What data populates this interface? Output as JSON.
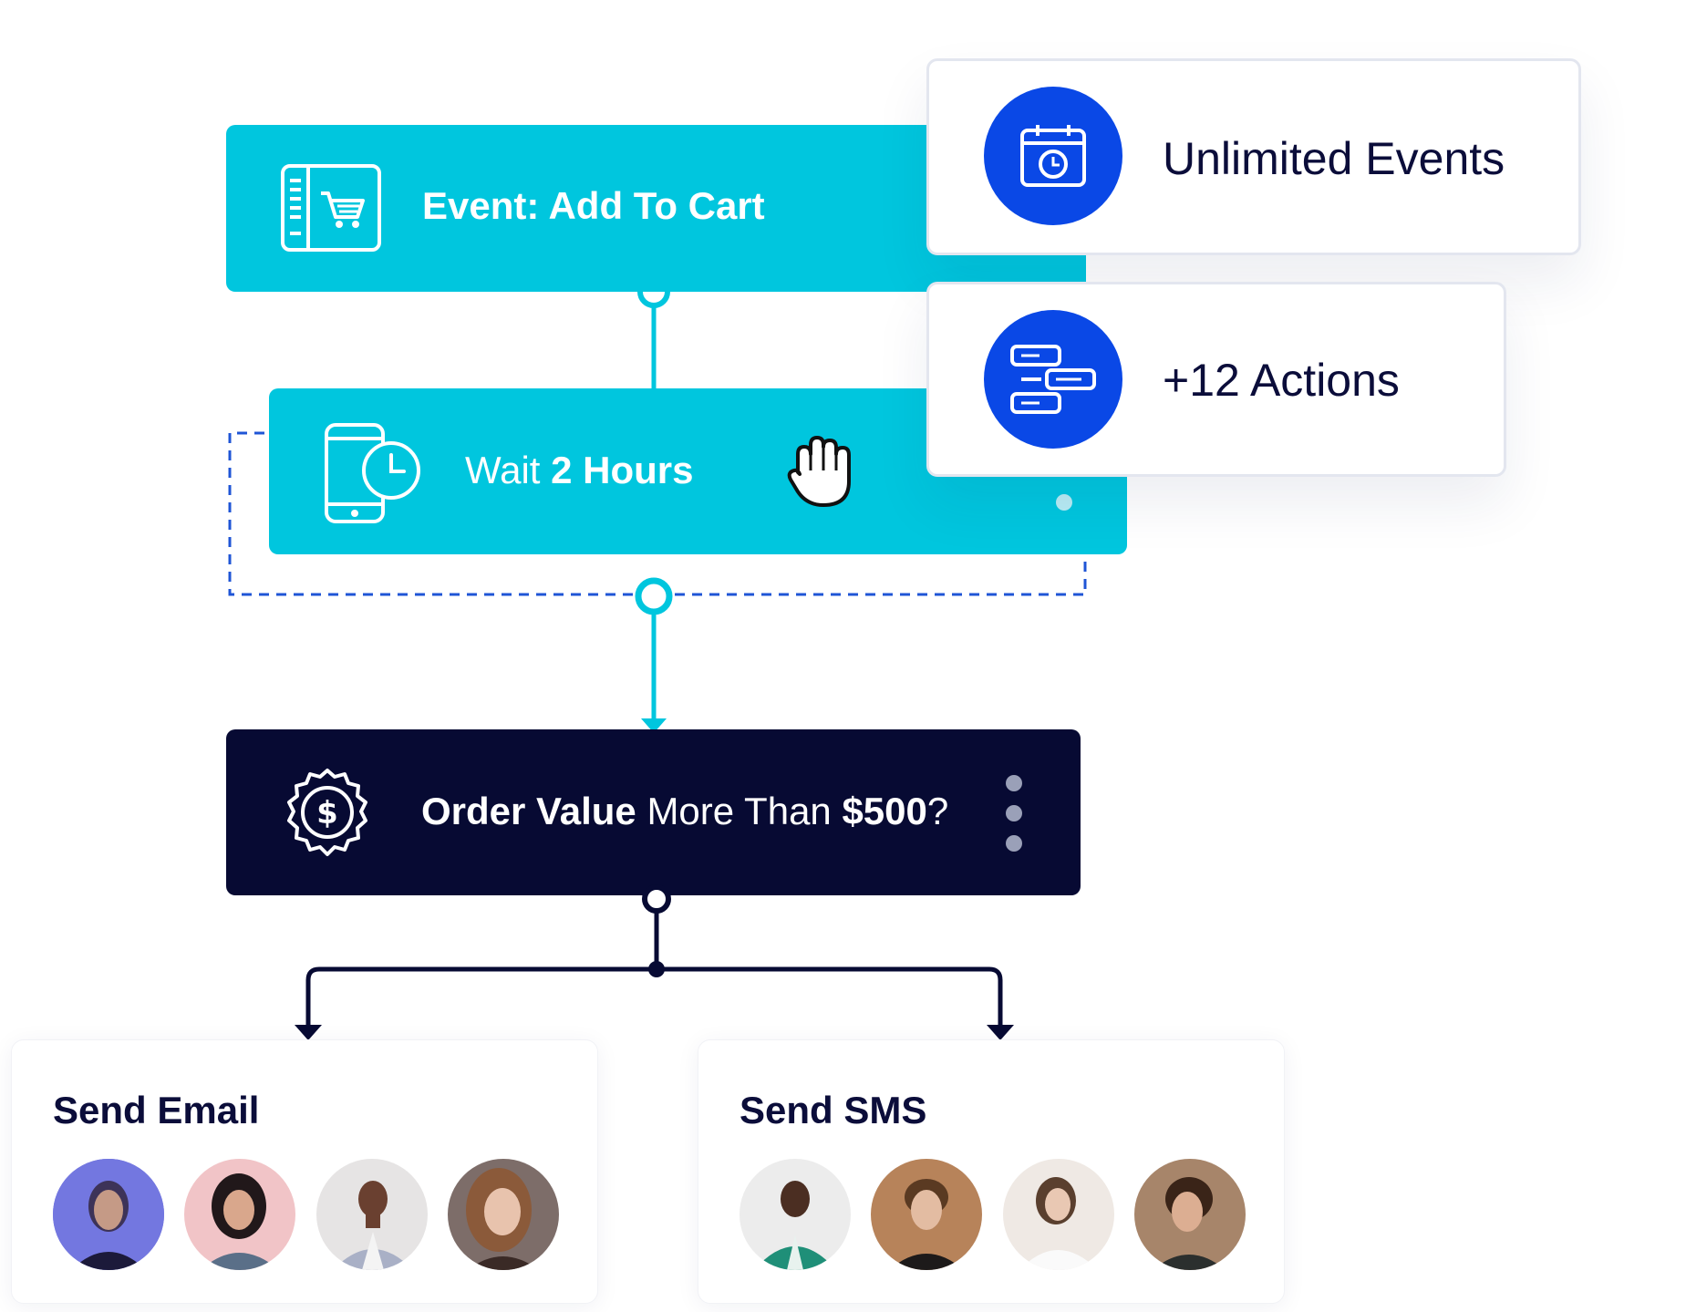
{
  "colors": {
    "cyan": "#00c6de",
    "navy": "#070a33",
    "blue": "#0a48e6",
    "dashed": "#1f55d6"
  },
  "nodes": {
    "event": {
      "text": "Event: Add To Cart",
      "icon": "cart-icon"
    },
    "wait": {
      "prefix": "Wait ",
      "bold": "2 Hours",
      "icon": "phone-clock-icon"
    },
    "condition": {
      "bold1": "Order Value",
      "mid": " More Than ",
      "bold2": "$500",
      "tail": "?",
      "icon": "dollar-badge-icon"
    }
  },
  "features": [
    {
      "label": "Unlimited Events",
      "icon": "calendar-clock-icon"
    },
    {
      "label": "+12 Actions",
      "icon": "blocks-icon"
    }
  ],
  "branches": {
    "email": {
      "title": "Send Email",
      "avatar_count": 4
    },
    "sms": {
      "title": "Send SMS",
      "avatar_count": 4
    }
  }
}
